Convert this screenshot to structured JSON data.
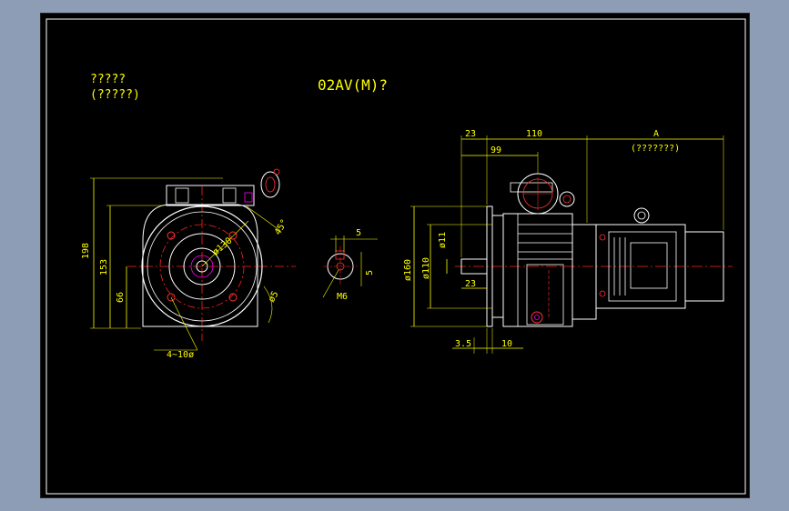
{
  "drawing": {
    "title": "02AV(M)?",
    "note_line1": "?????",
    "note_line2": "(?????)",
    "colors": {
      "background": "#8d9db5",
      "sheet": "#000000",
      "border": "#ffffff",
      "dimension": "#ffff00",
      "outline": "#ffffff",
      "centerline": "#ff2020",
      "hidden": "#ff3333",
      "hatch": "#ff00ff"
    },
    "front_view": {
      "dim_overall_height": "198",
      "dim_center_height": "153",
      "dim_shaft_height": "66",
      "dim_bolt_circle": "ø130",
      "dim_flange": "ø5",
      "dim_angle": "45°",
      "dim_holes": "4~10ø"
    },
    "key_detail": {
      "dim_key_width": "5",
      "dim_key_depth": "5",
      "dim_thread": "M6"
    },
    "side_view": {
      "dim_top_left": "23",
      "dim_top_mid": "110",
      "dim_top_right": "A",
      "dim_top_right_note": "(???????)",
      "dim_inner": "99",
      "dim_flange_dia": "ø160",
      "dim_spigot_dia": "ø110",
      "dim_shaft_dia": "ø11",
      "dim_shaft_len": "23",
      "dim_bottom_left": "3.5",
      "dim_bottom_right": "10"
    }
  }
}
